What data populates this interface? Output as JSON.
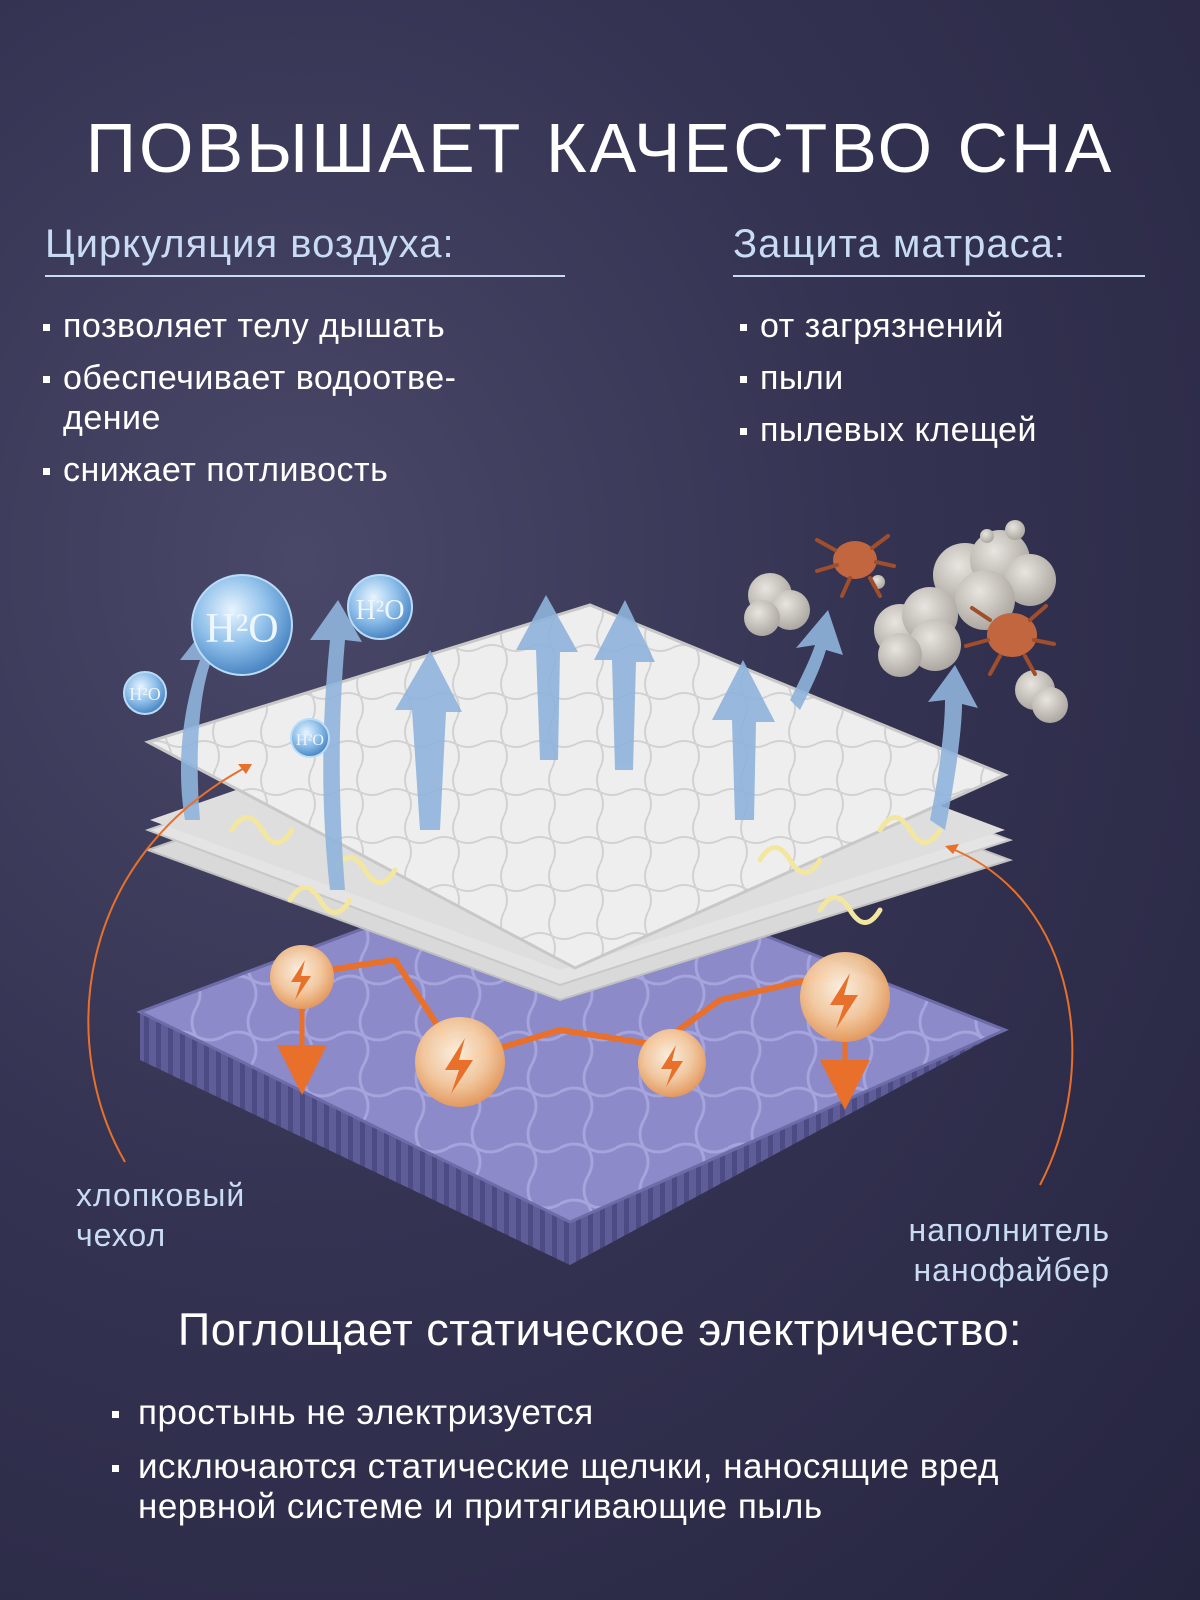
{
  "title": "ПОВЫШАЕТ КАЧЕСТВО СНА",
  "air_circulation": {
    "heading": "Циркуляция воздуха:",
    "items": [
      "позволяет телу дышать",
      "обеспечивает водоотве-\nдение",
      "снижает потливость"
    ]
  },
  "mattress_protection": {
    "heading": "Защита матраса:",
    "items": [
      "от загрязнений",
      "пыли",
      "пылевых клещей"
    ]
  },
  "illustration": {
    "bubble_text": "H²O",
    "labels": {
      "cover": "хлопковый\nчехол",
      "filler": "наполнитель\nнанофайбер"
    },
    "colors": {
      "arrow_blue": "#8fb4dc",
      "static_orange": "#e8702a",
      "topper_white": "#eeeeee",
      "mattress_purple": "#8a88c8"
    }
  },
  "static": {
    "heading": "Поглощает статическое электричество:",
    "items": [
      "простынь не электризуется",
      "исключаются статические щелчки, наносящие вред нервной системе и притягивающие пыль"
    ]
  }
}
